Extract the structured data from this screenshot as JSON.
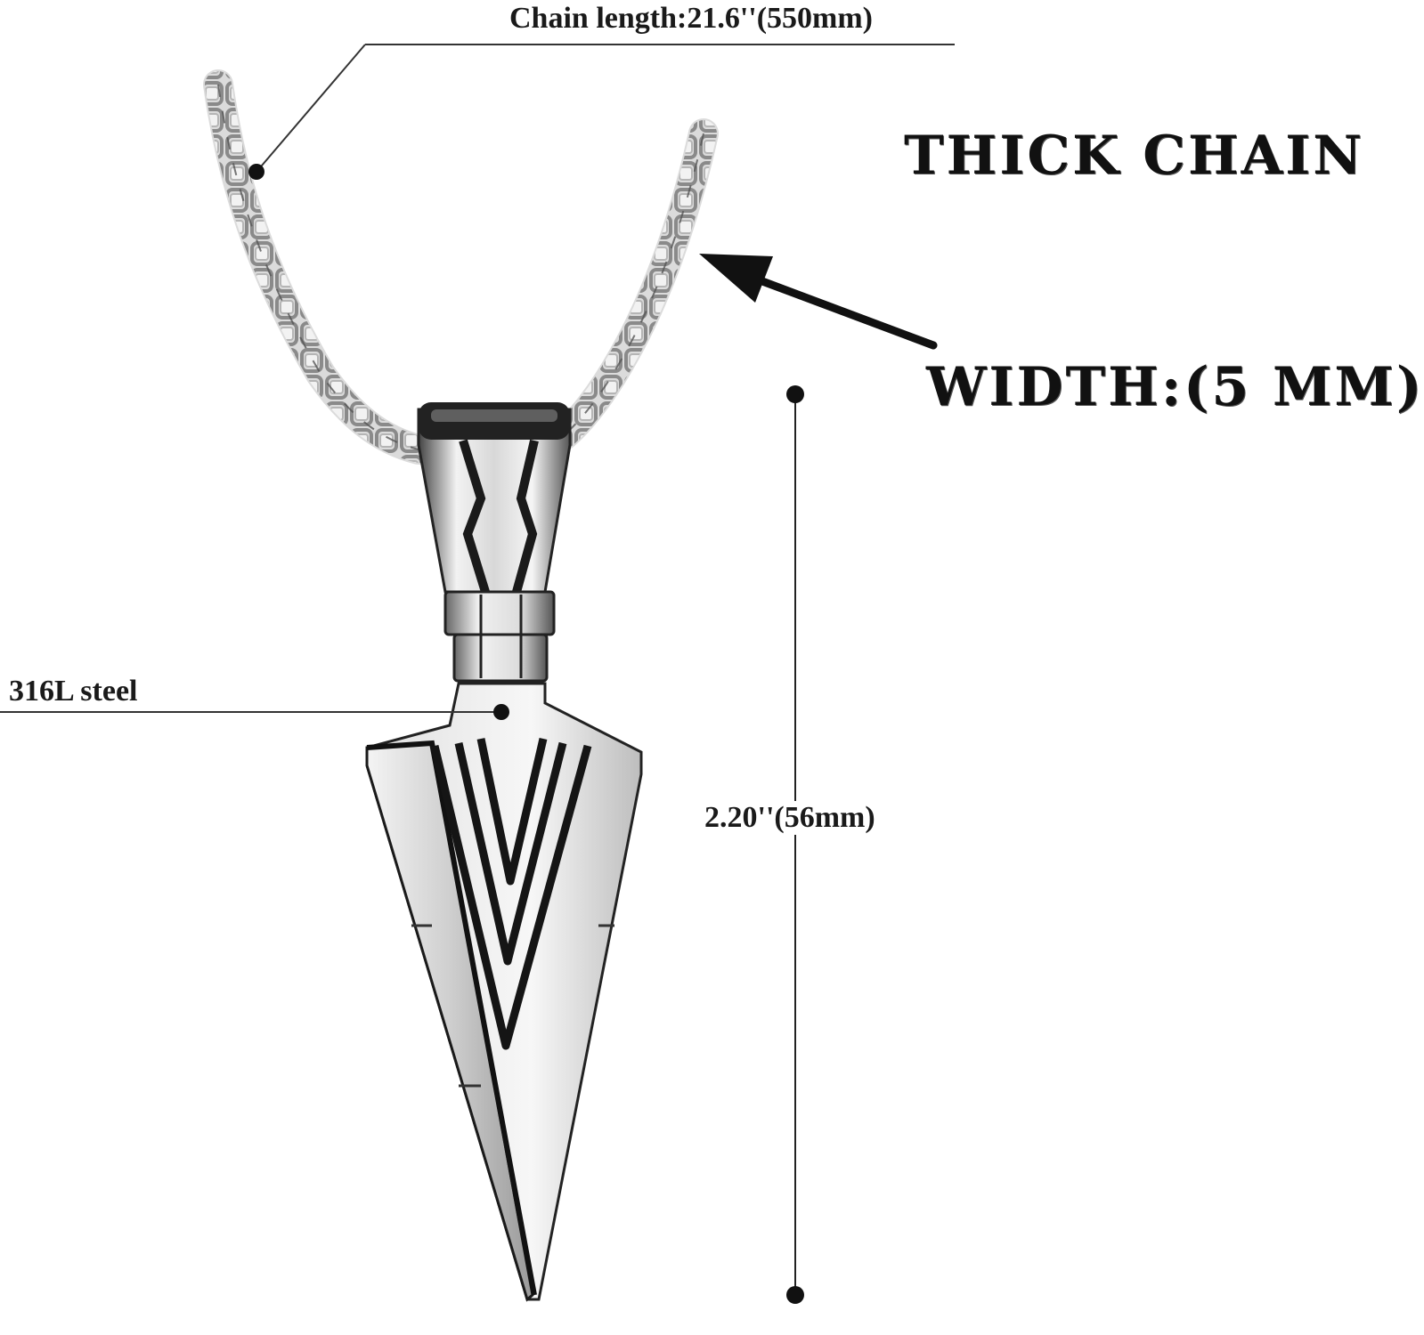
{
  "annotations": {
    "chain_length": "Chain length:21.6''(550mm)",
    "material": "316L steel",
    "pendant_length": "2.20''(56mm)"
  },
  "headings": {
    "thick_chain": "THICK CHAIN",
    "width": "WIDTH:(5 MM)"
  },
  "icons": {
    "pointer_arrow": "arrow-pointing-to-chain-icon",
    "pendant": "spearhead-pendant-icon",
    "chain": "box-chain-icon"
  },
  "colors": {
    "background": "#ffffff",
    "steel_light": "#e8e8e8",
    "steel_dark": "#1c1c1c",
    "text": "#111111"
  }
}
